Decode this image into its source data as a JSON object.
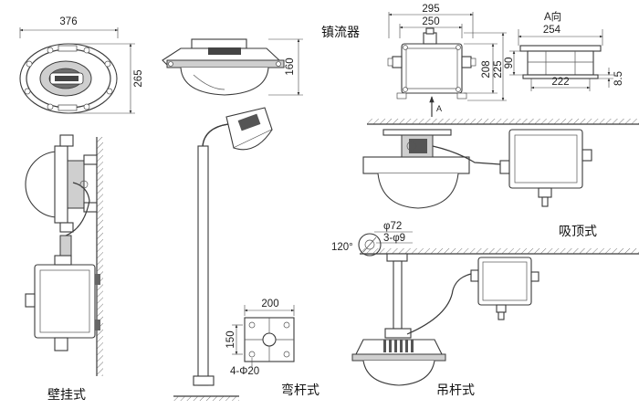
{
  "labels": {
    "ballast": "镇流器",
    "a_direction": "A向",
    "view_a": "A",
    "wall_mount": "壁挂式",
    "bent_pole": "弯杆式",
    "ceiling_mount": "吸顶式",
    "pendant": "吊杆式"
  },
  "dims": {
    "lamp_width": "376",
    "lamp_height": "265",
    "side_height": "160",
    "ballast_295": "295",
    "ballast_250": "250",
    "ballast_208": "208",
    "ballast_225": "225",
    "a_254": "254",
    "a_90": "90",
    "a_222": "222",
    "a_8_5": "8.5",
    "flange_200": "200",
    "flange_150": "150",
    "flange_holes": "4-Φ20",
    "rod_diameter": "φ72",
    "rod_holes": "3-φ9",
    "rod_angle": "120°"
  }
}
